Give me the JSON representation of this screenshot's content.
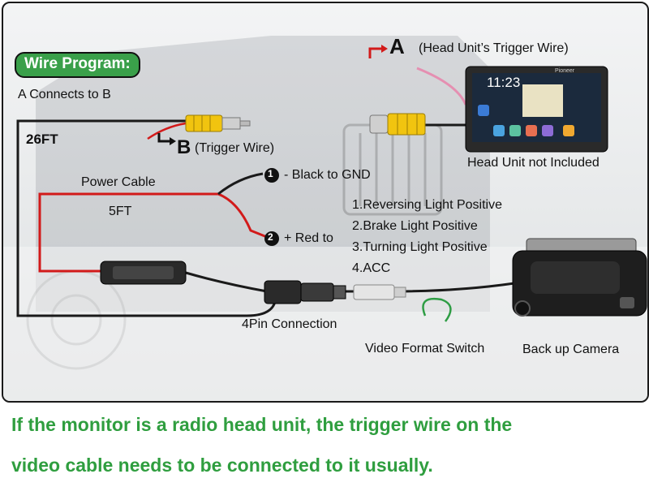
{
  "badge": "Wire Program:",
  "connect_note": "A Connects to B",
  "cable_length_long": "26FT",
  "cable_length_short": "5FT",
  "label_a": "A",
  "label_a_desc": "(Head Unit’s Trigger Wire)",
  "label_b": "B",
  "label_b_desc": "(Trigger Wire)",
  "power_cable": "Power Cable",
  "black_num": "1",
  "black_text": "- Black to GND",
  "red_num": "2",
  "red_text": "+ Red to",
  "red_options": [
    "1.Reversing Light Positive",
    "2.Brake Light Positive",
    "3.Turning Light Positive",
    "4.ACC"
  ],
  "head_unit_note": "Head Unit not Included",
  "head_unit_screen": {
    "time": "11:23",
    "brand": "Pioneer"
  },
  "pin_connection": "4Pin Connection",
  "video_switch": "Video Format Switch",
  "camera_label": "Back up Camera",
  "footer": [
    "If the monitor is a radio head unit, the trigger wire on the",
    "video cable needs to be connected to it usually."
  ],
  "colors": {
    "badge_green": "#3aa04a",
    "footer_green": "#2f9e3f",
    "red_wire": "#d21a1a",
    "black_wire": "#1a1a1a",
    "pink_wire": "#e58fb1",
    "rca_yellow": "#f1c40f"
  }
}
